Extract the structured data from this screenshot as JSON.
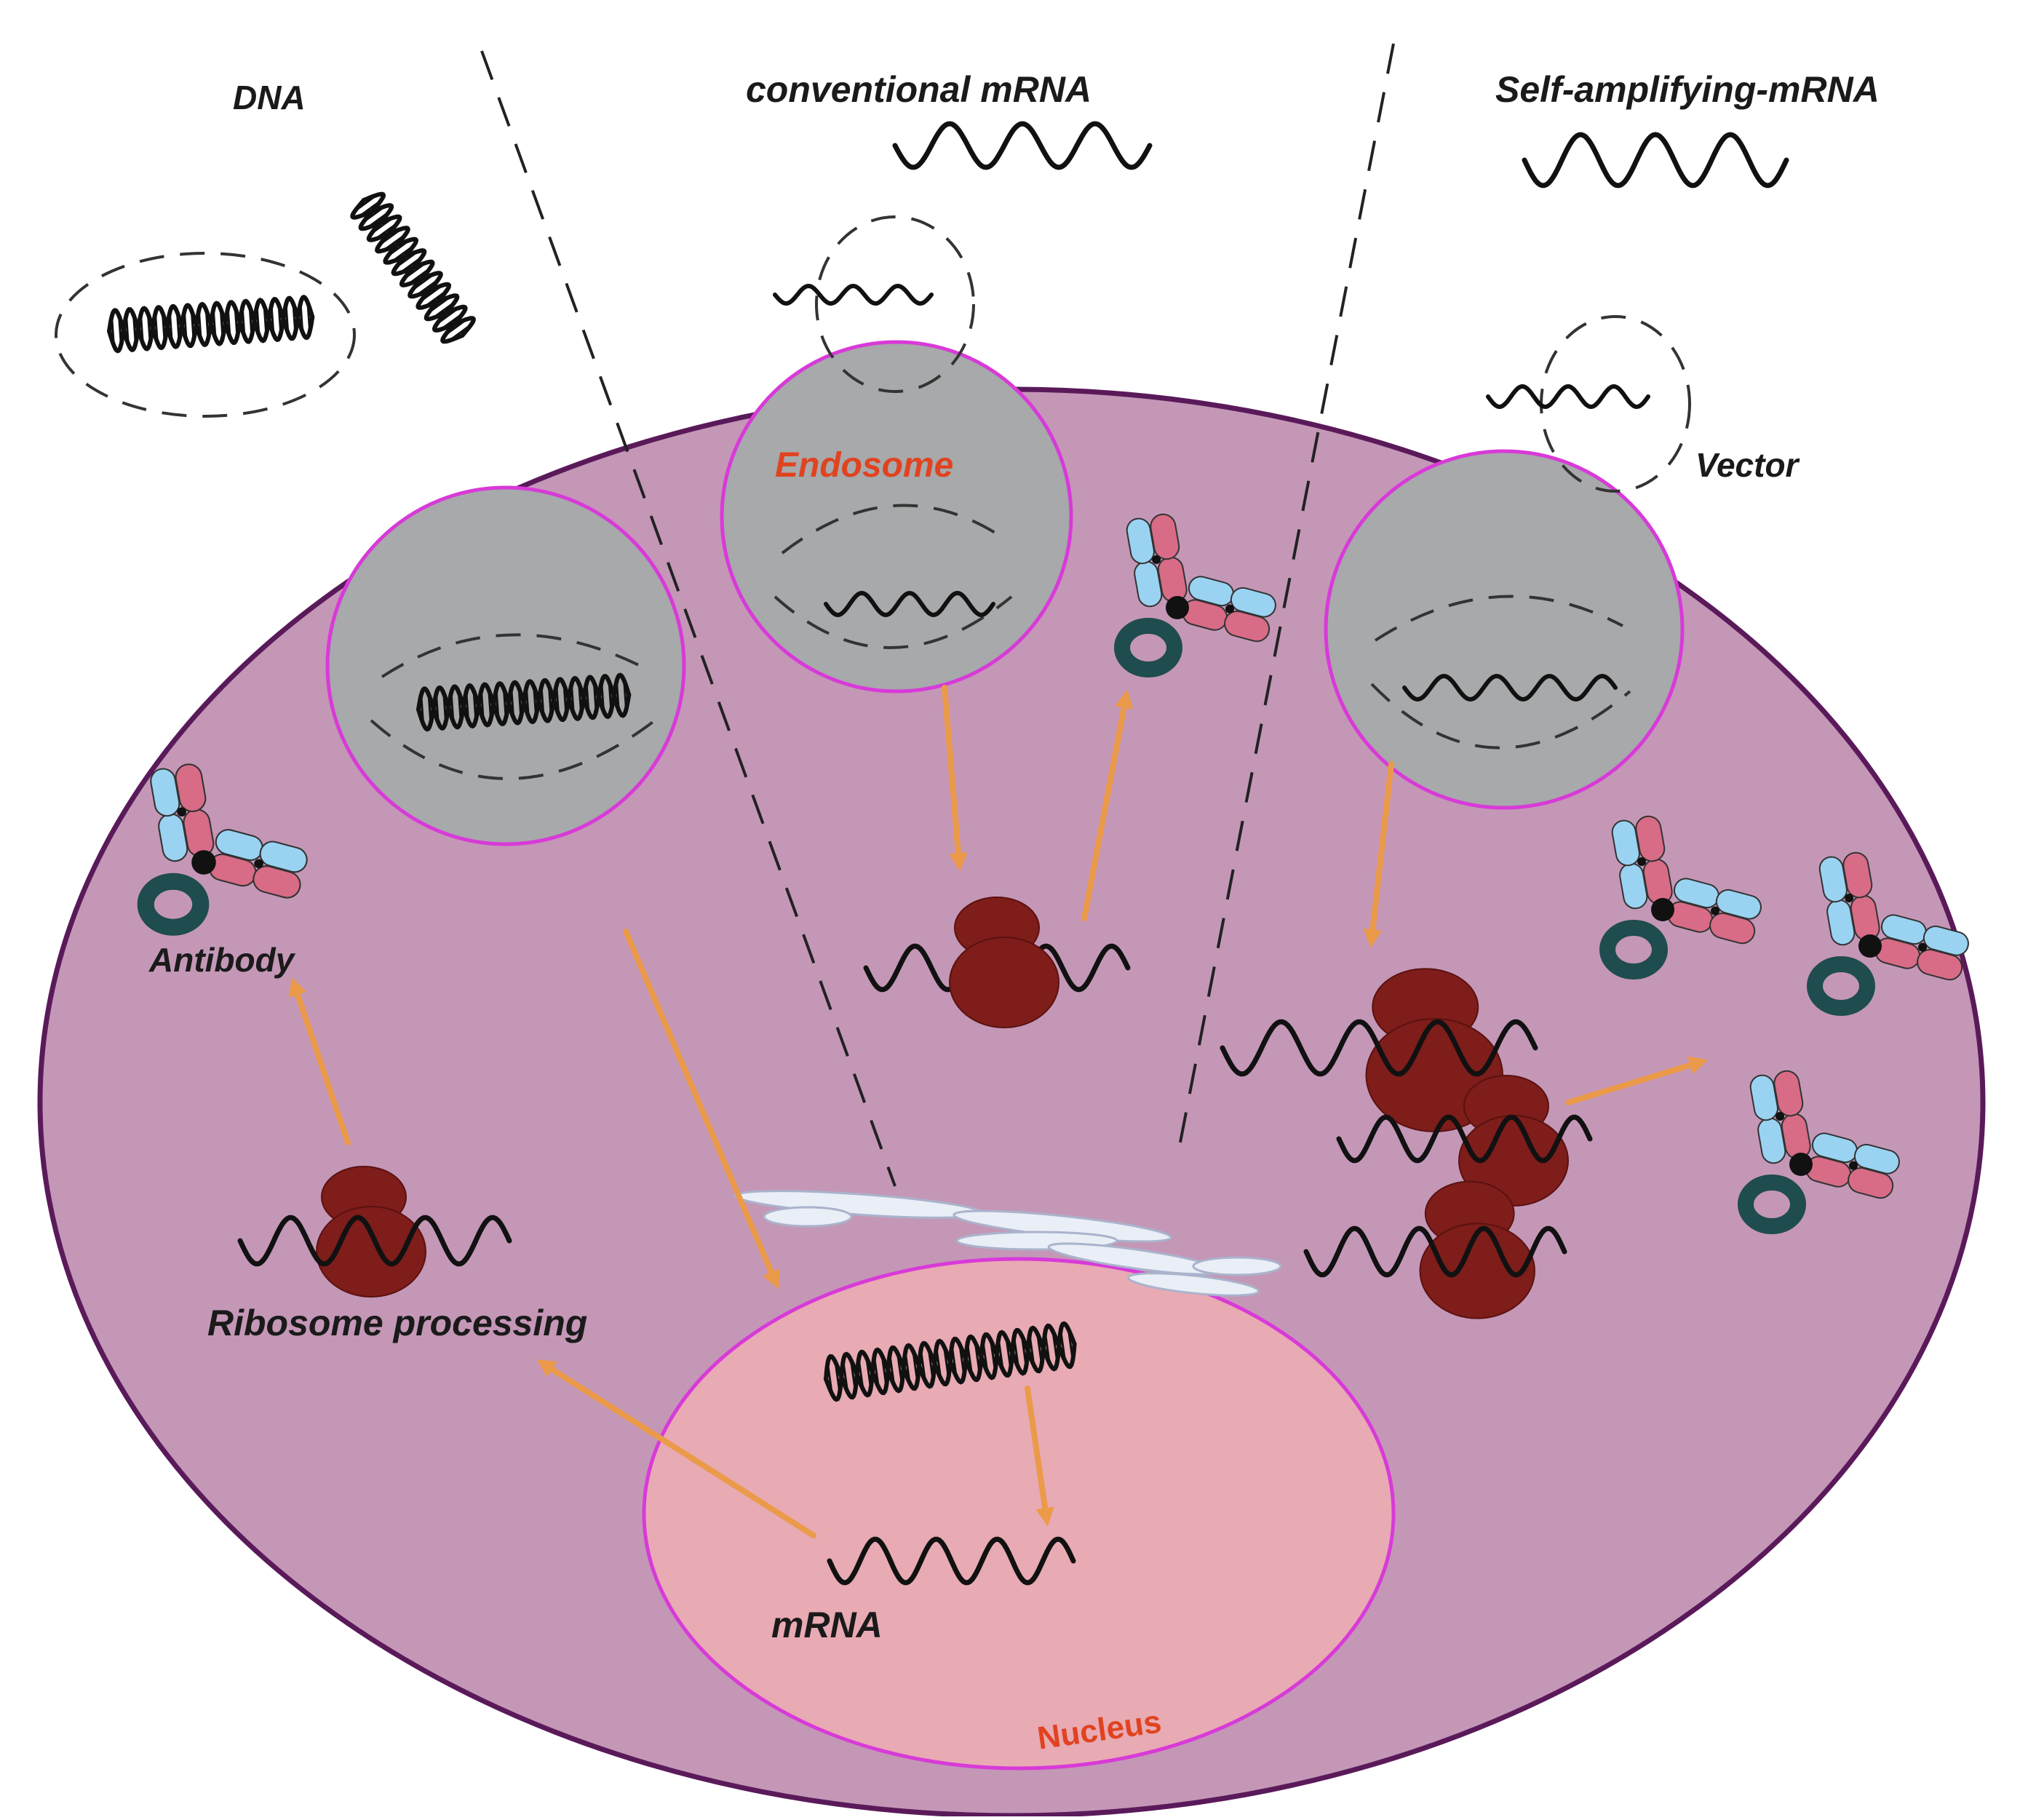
{
  "labels": {
    "dna": "DNA",
    "conventional_mrna": "conventional mRNA",
    "self_amplifying_mrna": "Self-amplifying-mRNA",
    "endosome": "Endosome",
    "vector": "Vector",
    "antibody": "Antibody",
    "ribosome_processing": "Ribosome processing",
    "mrna": "mRNA",
    "nucleus": "Nucleus"
  },
  "colors": {
    "cell_fill": "#c497b7",
    "cell_outline": "#5a1a5a",
    "endosome_fill": "#a7a9ab",
    "membrane_outline": "#d83ad8",
    "nucleus_fill": "#e8aab3",
    "ribosome": "#7e1d1a",
    "arrow": "#eb9a49",
    "strand": "#111111",
    "label_red": "#e0431f",
    "antibody_light_chain": "#9ad3f2",
    "antibody_heavy_chain": "#d86b86",
    "antibody_fc": "#1f4c4e"
  },
  "icons": [
    "dna-helix",
    "mrna-strand",
    "vector-capsule",
    "ribosome",
    "antibody",
    "endoplasmic-reticulum"
  ]
}
